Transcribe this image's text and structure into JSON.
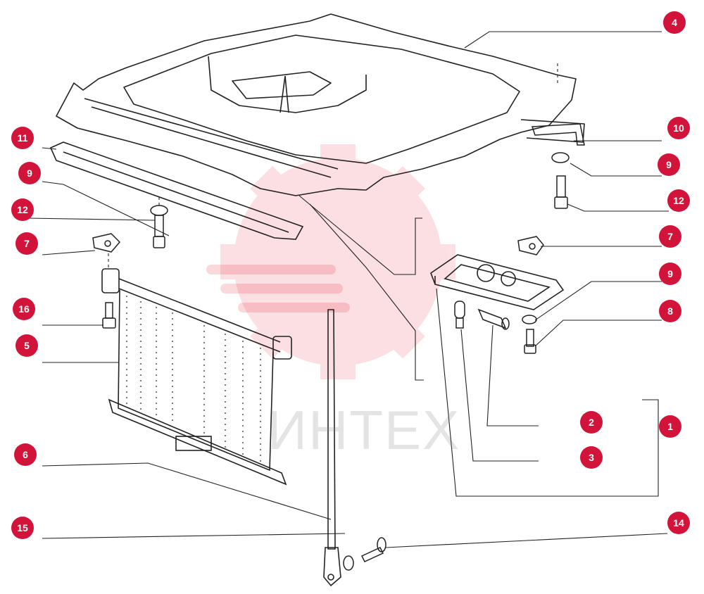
{
  "colors": {
    "callout": "#d2143a",
    "line": "#222222",
    "watermark": "#e3142a"
  },
  "watermark": {
    "text": "ИНТЕХ",
    "icon": "gear-logo-icon"
  },
  "callouts": [
    {
      "label": "4"
    },
    {
      "label": "10"
    },
    {
      "label": "9"
    },
    {
      "label": "12"
    },
    {
      "label": "7"
    },
    {
      "label": "9"
    },
    {
      "label": "8"
    },
    {
      "label": "1"
    },
    {
      "label": "2"
    },
    {
      "label": "3"
    },
    {
      "label": "14"
    },
    {
      "label": "11"
    },
    {
      "label": "9"
    },
    {
      "label": "12"
    },
    {
      "label": "7"
    },
    {
      "label": "16"
    },
    {
      "label": "5"
    },
    {
      "label": "6"
    },
    {
      "label": "15"
    }
  ]
}
